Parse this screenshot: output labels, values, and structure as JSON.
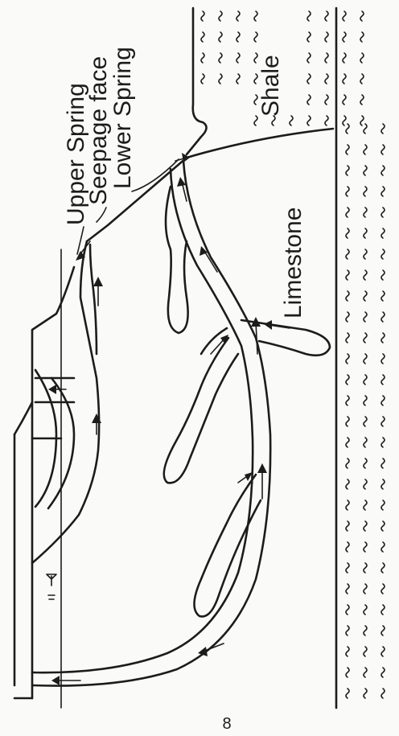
{
  "diagram": {
    "labels": {
      "upper_spring": "Upper Spring",
      "seepage_face": "Seepage face",
      "lower_spring": "Lower Spring",
      "shale": "Shale",
      "limestone": "Limestone"
    },
    "page_number": "8"
  }
}
